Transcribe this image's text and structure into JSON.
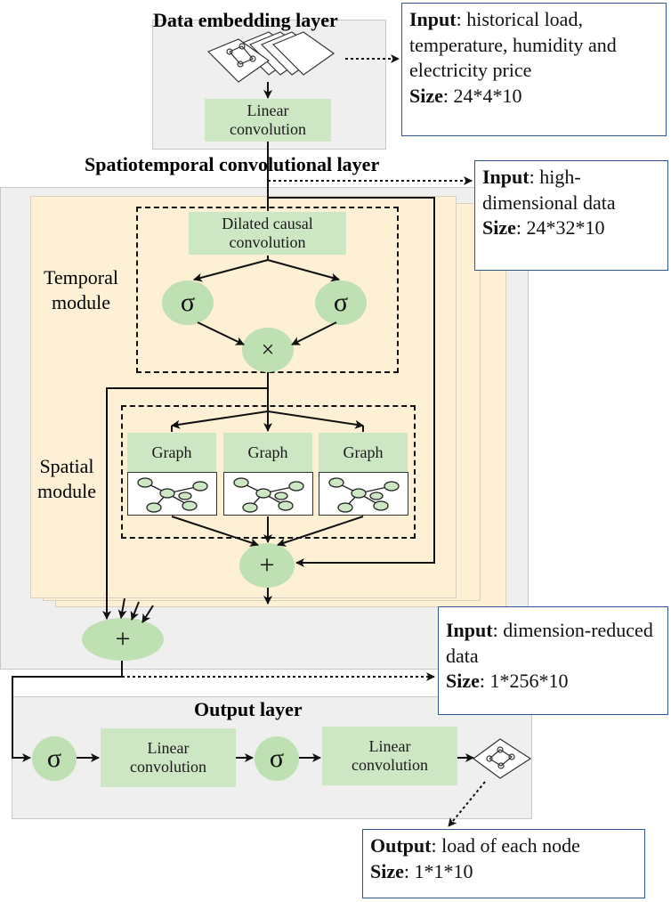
{
  "layers": {
    "embedding_title": "Data embedding layer",
    "spatiotemporal_title": "Spatiotemporal convolutional layer",
    "output_title": "Output layer"
  },
  "embedding": {
    "linear_conv": "Linear convolution"
  },
  "temporal": {
    "label": "Temporal module",
    "dilated": "Dilated causal convolution",
    "sigma": "σ",
    "multiply": "×"
  },
  "spatial": {
    "label": "Spatial module",
    "graph": "Graph",
    "plus": "+"
  },
  "output": {
    "sigma": "σ",
    "linear_conv": "Linear convolution"
  },
  "info_boxes": {
    "input1": {
      "key": "Input",
      "text": ": historical load, temperature, humidity and electricity price",
      "size_key": "Size",
      "size": ": 24*4*10"
    },
    "input2": {
      "key": "Input",
      "text": ": high-dimensional data",
      "size_key": "Size",
      "size": ": 24*32*10"
    },
    "input3": {
      "key": "Input",
      "text": ":  dimension-reduced data",
      "size_key": "Size",
      "size": ": 1*256*10"
    },
    "output": {
      "key": "Output",
      "text": ": load of each node",
      "size_key": "Size",
      "size": ": 1*1*10"
    }
  },
  "colors": {
    "panel_grey": "#efefef",
    "panel_yellow": "#fdf0d5",
    "green_box": "#cde6c4",
    "green_oval": "#bfe0b2",
    "info_border": "#2f5597"
  }
}
